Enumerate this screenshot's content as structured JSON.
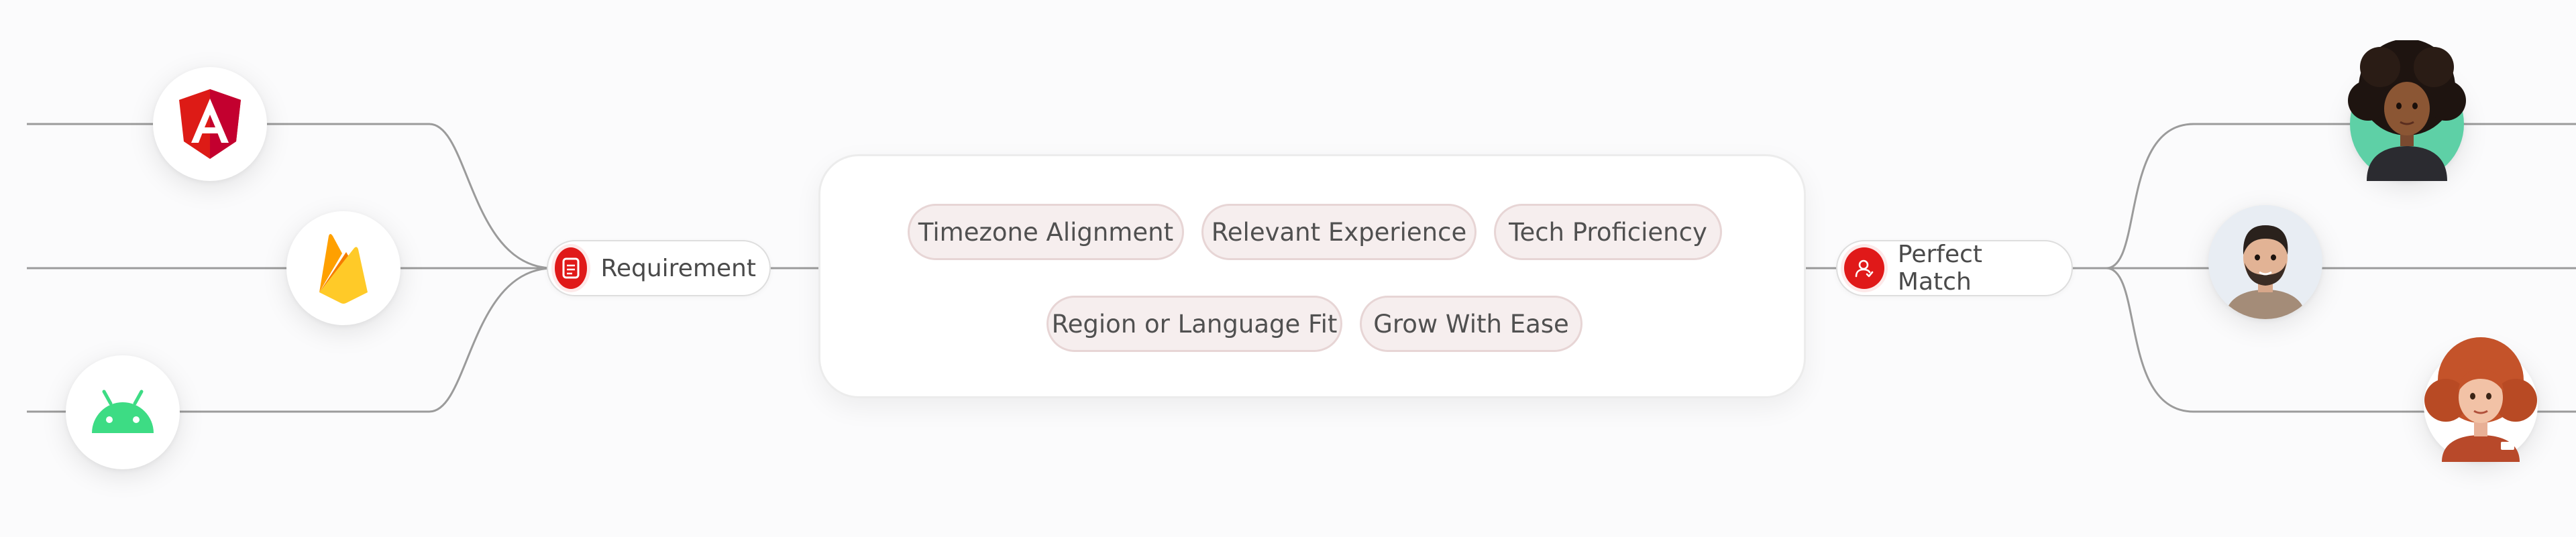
{
  "left_node": {
    "label": "Requirement",
    "icon": "document-icon"
  },
  "right_node": {
    "label": "Perfect Match",
    "icon": "user-icon"
  },
  "tech_icons": [
    {
      "name": "angular-logo",
      "color": "#dd1b16"
    },
    {
      "name": "firebase-logo",
      "color": "#ffca28"
    },
    {
      "name": "android-logo",
      "color": "#3ddc84"
    }
  ],
  "criteria": [
    {
      "label": "Timezone Alignment"
    },
    {
      "label": "Relevant Experience"
    },
    {
      "label": "Tech Proficiency"
    },
    {
      "label": "Region or Language Fit"
    },
    {
      "label": "Grow With Ease"
    }
  ],
  "avatars": [
    {
      "name": "avatar-woman-curly-hair"
    },
    {
      "name": "avatar-man-beard"
    },
    {
      "name": "avatar-woman-red-hair"
    }
  ],
  "colors": {
    "accent": "#e01919",
    "chip_bg": "#f6eeee",
    "chip_border": "#e7d5d5",
    "line": "#9b9b9b"
  }
}
